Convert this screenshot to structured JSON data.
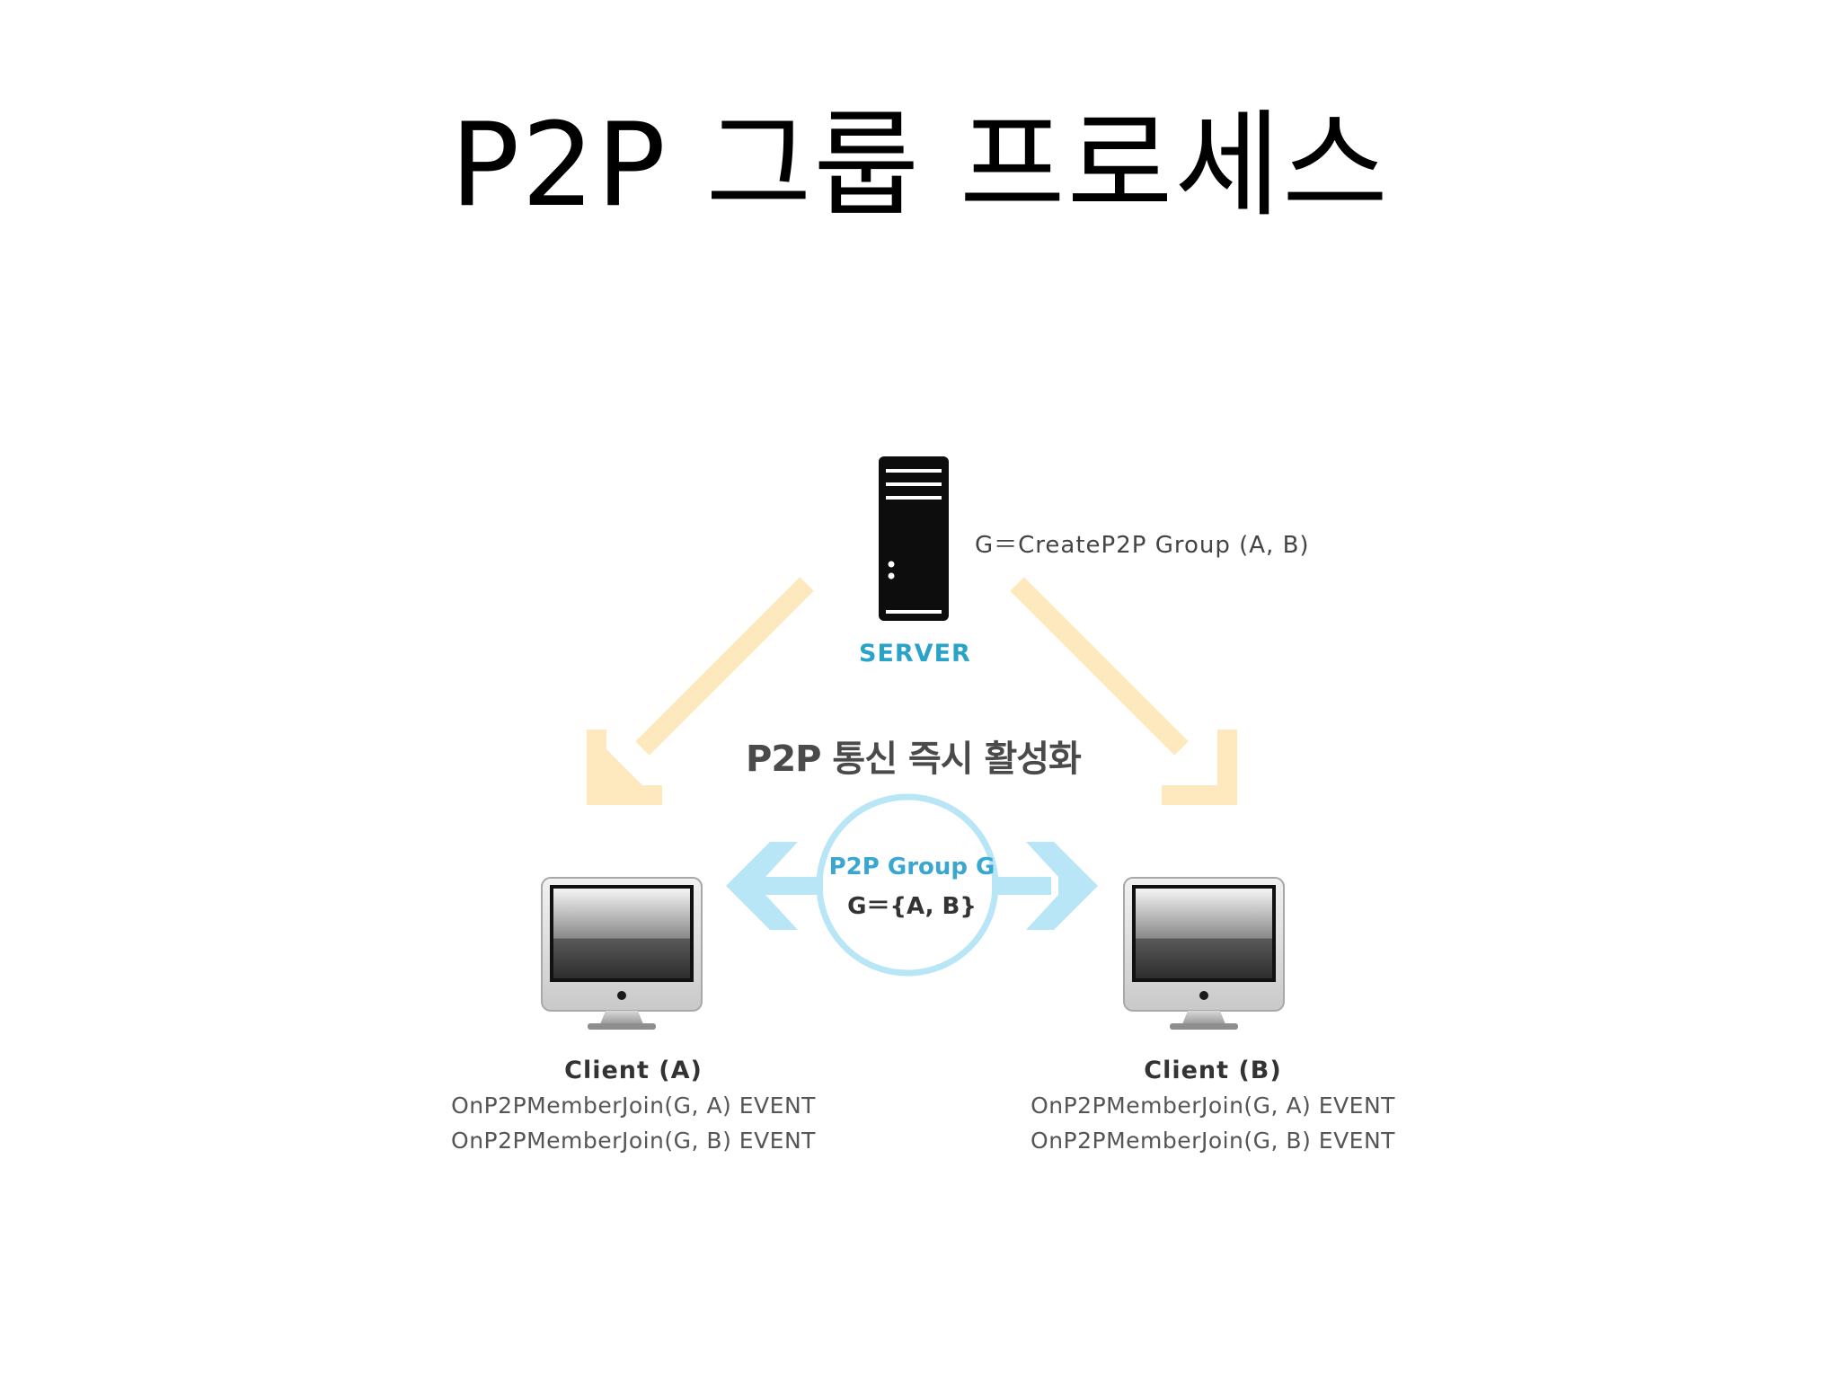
{
  "title": "P2P 그룹 프로세스",
  "server": {
    "label": "SERVER",
    "formula": "G＝CreateP2P Group (A,  B)"
  },
  "activation_text": "P2P 통신 즉시 활성화",
  "group": {
    "name": "P2P Group G",
    "set": "G＝{A, B}"
  },
  "clients": [
    {
      "name": "Client (A)",
      "events": [
        "OnP2PMemberJoin(G,  A) EVENT",
        "OnP2PMemberJoin(G,  B) EVENT"
      ]
    },
    {
      "name": "Client (B)",
      "events": [
        "OnP2PMemberJoin(G,  A) EVENT",
        "OnP2PMemberJoin(G,  B) EVENT"
      ]
    }
  ],
  "colors": {
    "server_arrow": "#fde9bd",
    "p2p_arrow": "#b8e6f7",
    "group_circle": "#b8e6f7",
    "accent": "#2aa3c9"
  }
}
